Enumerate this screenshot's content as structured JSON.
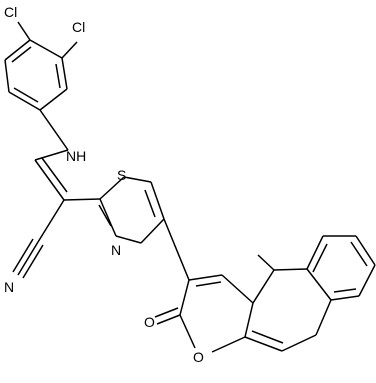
{
  "molecule": {
    "atoms": {
      "cl_top": "Cl",
      "cl_right": "Cl",
      "nh": "NH",
      "s": "S",
      "n_thiazole": "N",
      "n_nitrile": "N",
      "o_carbonyl": "O",
      "o_ring": "O"
    }
  }
}
